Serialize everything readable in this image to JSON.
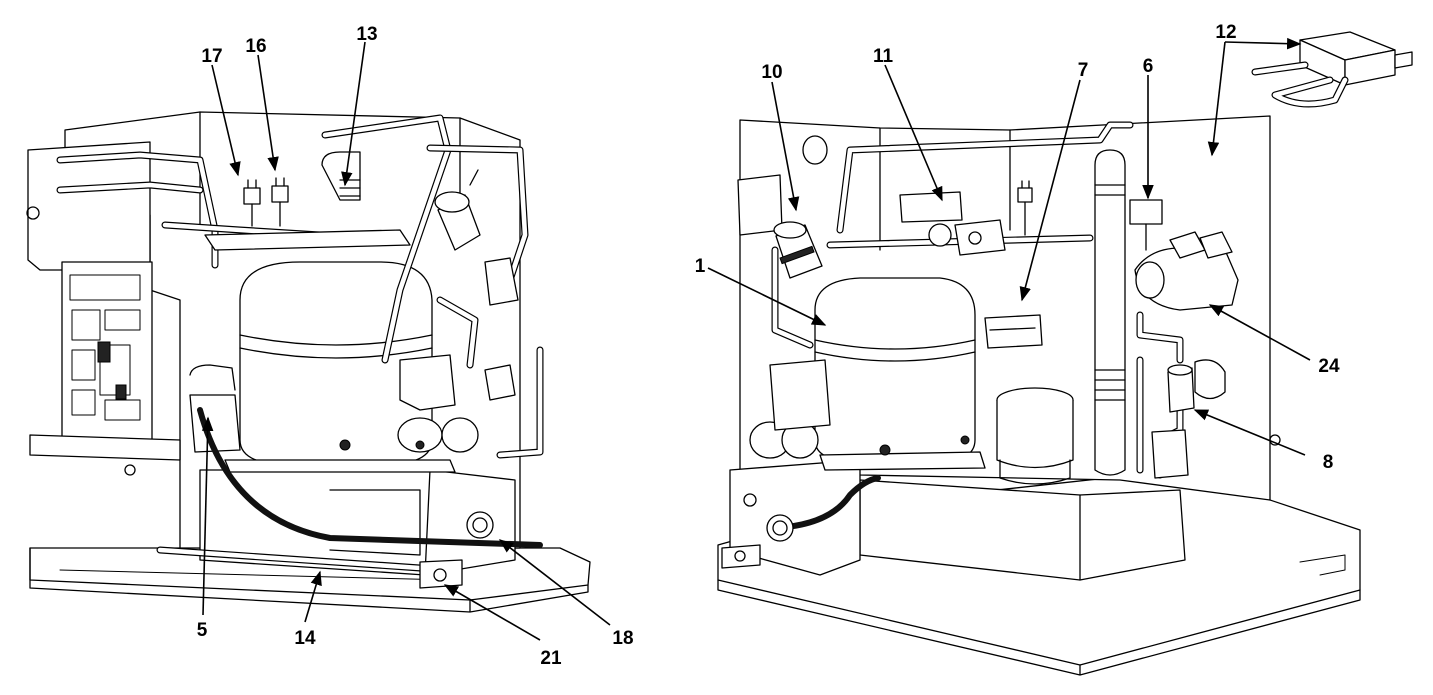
{
  "callouts": {
    "c1": "1",
    "c5": "5",
    "c6": "6",
    "c7": "7",
    "c8": "8",
    "c10": "10",
    "c11": "11",
    "c12": "12",
    "c13": "13",
    "c14": "14",
    "c16": "16",
    "c17": "17",
    "c18": "18",
    "c21": "21",
    "c24": "24"
  }
}
